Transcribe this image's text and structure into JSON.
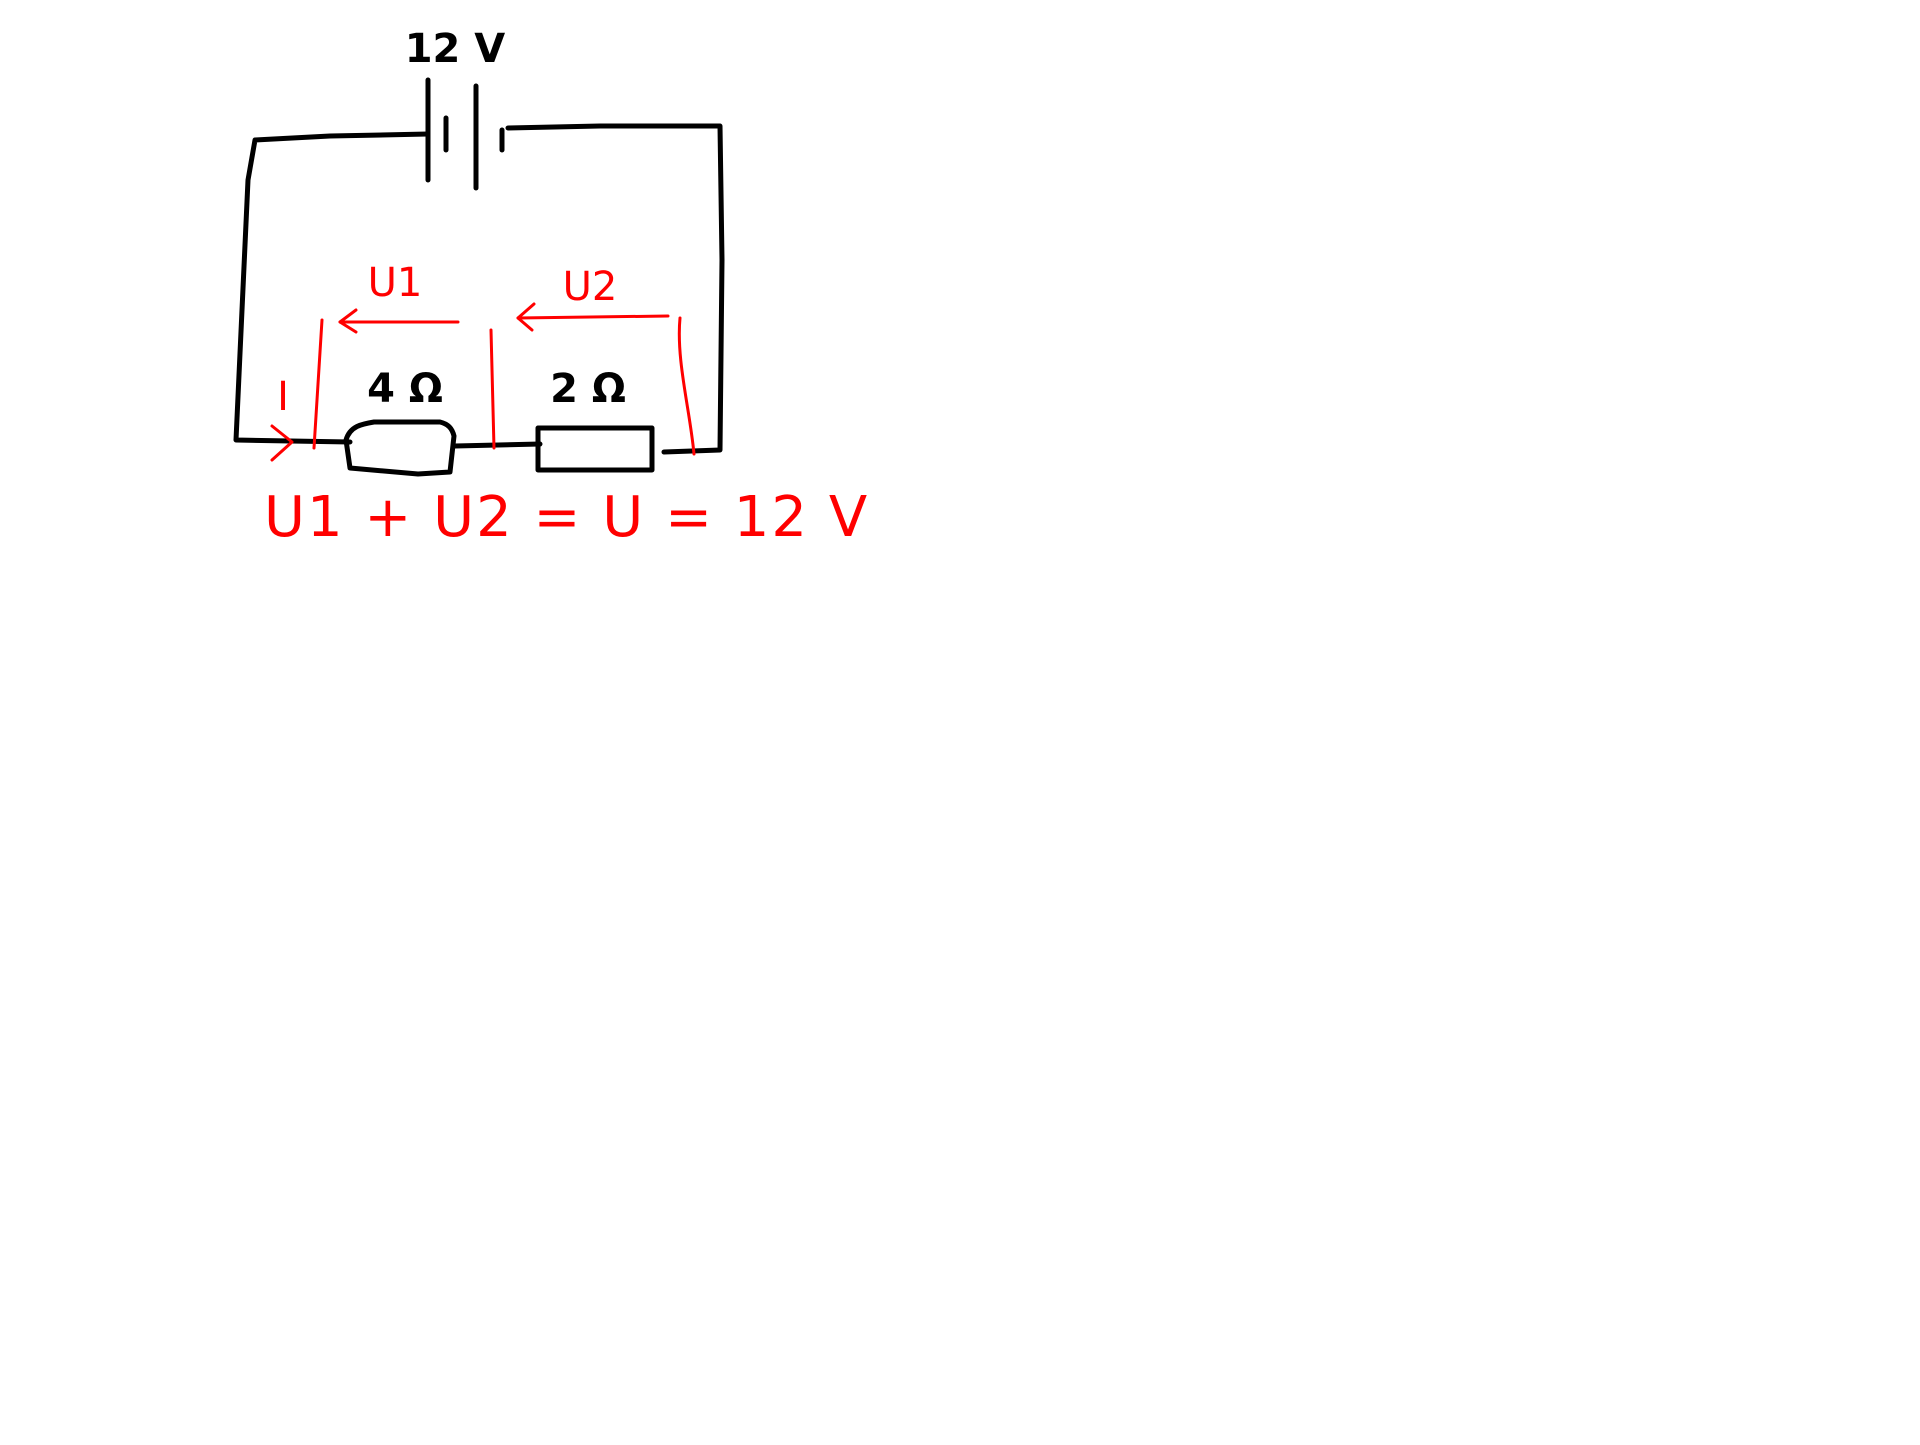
{
  "colors": {
    "wire": "#000000",
    "annotation": "#ff0000",
    "background": "#ffffff"
  },
  "battery": {
    "voltage_label": "12 V"
  },
  "resistors": [
    {
      "label": "4 Ω"
    },
    {
      "label": "2 Ω"
    }
  ],
  "annotations": {
    "current_label": "I",
    "u1_label": "U1",
    "u2_label": "U2",
    "equation": "U1 + U2 = U = 12 V"
  }
}
